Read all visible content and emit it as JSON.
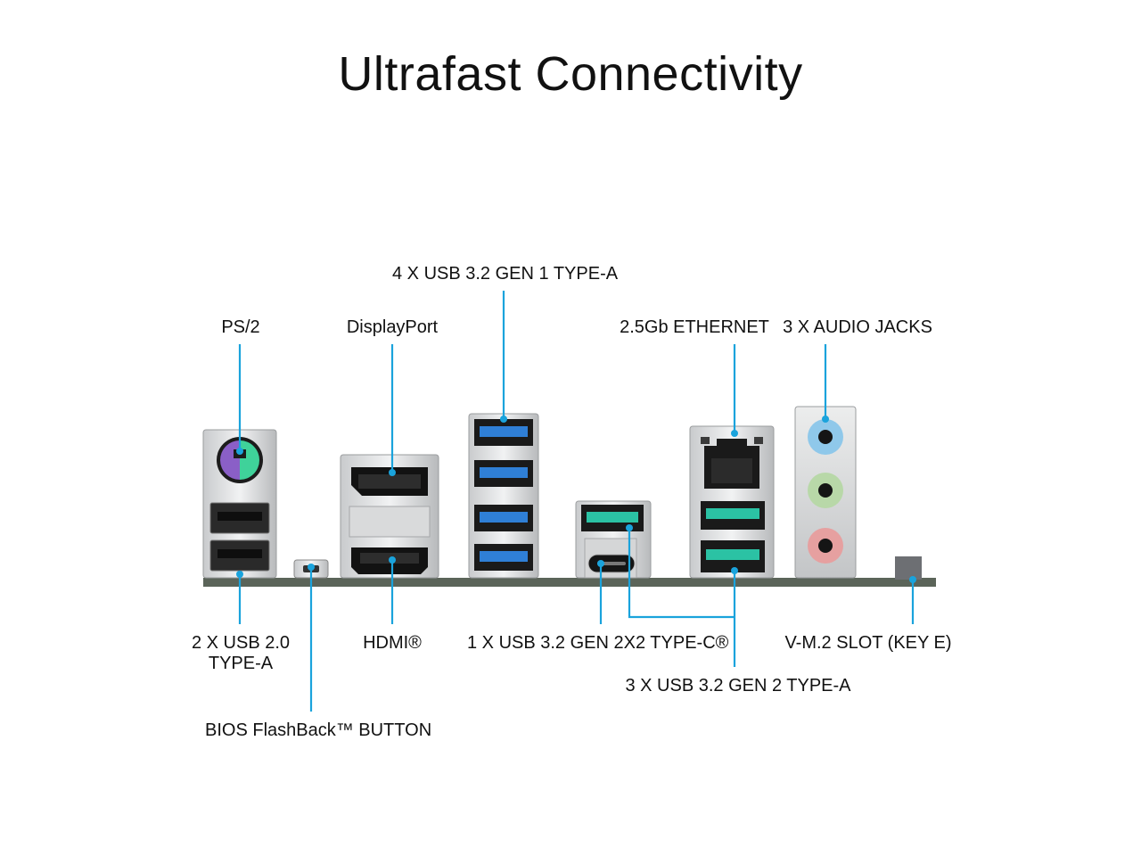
{
  "title": "Ultrafast Connectivity",
  "accent_color": "#1aa3dc",
  "labels": {
    "ps2": "PS/2",
    "displayport": "DisplayPort",
    "usb32_gen1": "4 X USB 3.2 GEN 1 TYPE-A",
    "ethernet": "2.5Gb ETHERNET",
    "audio": "3 X AUDIO JACKS",
    "usb20_line1": "2 X USB 2.0",
    "usb20_line2": "TYPE-A",
    "hdmi": "HDMI®",
    "usb32_gen2x2": "1 X USB 3.2 GEN 2X2 TYPE-C®",
    "vm2": "V-M.2 SLOT (KEY E)",
    "usb32_gen2": "3 X USB 3.2 GEN 2 TYPE-A",
    "bios": "BIOS FlashBack™ BUTTON"
  }
}
